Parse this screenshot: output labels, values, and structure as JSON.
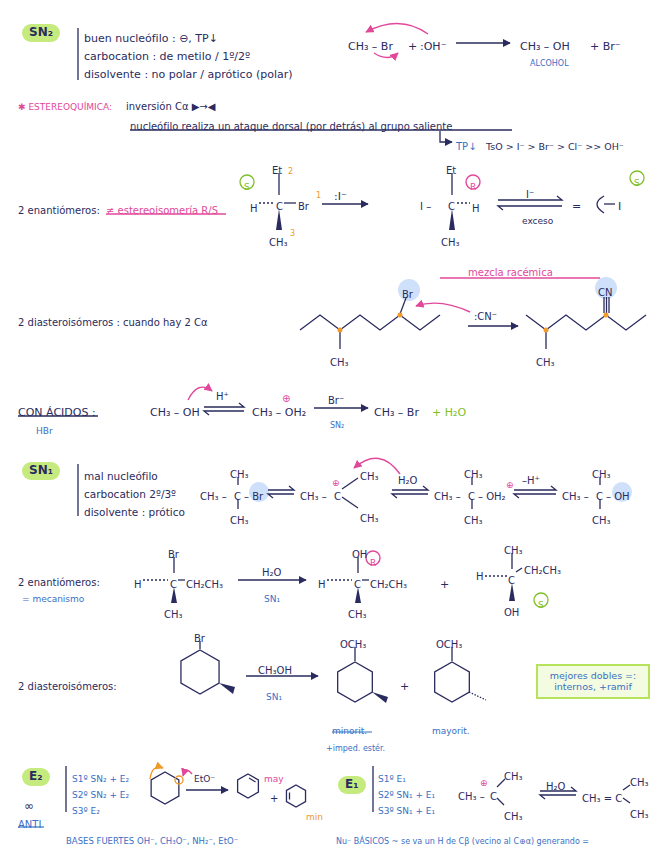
{
  "diagram": {
    "nodes": [
      {
        "text": [
          "SN₂"
        ]
      },
      {
        "text": [
          "SN₁"
        ]
      },
      {
        "text": [
          "mejores dobles =: internos, +ramif"
        ]
      },
      {
        "text": [
          "E₂"
        ]
      },
      {
        "text": [
          "E₁"
        ]
      }
    ],
    "labels": [
      "buen nucleófilo : ⊖, TP↓",
      "carbocation : de metilo / 1º/2º",
      "disolvente : no polar / aprótico (polar)",
      "CH₃ – Br",
      "+",
      ":OH⁻",
      "CH₃ – OH",
      "+ Br⁻",
      "ALCOHOL",
      "✱ ESTEREOQUÍMICA:",
      "inversión Cα ▶→◀",
      "nucleófilo realiza un ataque dorsal (por detrás) al grupo saliente",
      "TP↓",
      "TsO > I⁻ > Br⁻ > Cl⁻ >> OH⁻",
      "2 enantiómeros:",
      "≠ estereoisomería R/S",
      "Et",
      "H",
      "C",
      "Br",
      "CH₃",
      "S",
      "1",
      "2",
      "3",
      ":I⁻",
      "I –",
      "C",
      "H",
      "Et",
      "CH₃",
      "R",
      "I⁻",
      "exceso",
      "=",
      "I",
      "S",
      "mezcla racémica",
      "2 diasteroisómeros : cuando hay 2 Cα",
      "Br",
      "CH₃",
      ":CN⁻",
      "CN",
      "CH₃",
      "CON ÁCIDOS :",
      "HBr",
      "CH₃ – OH",
      "H⁺",
      "CH₃ – OH₂",
      "⊕",
      "Br⁻",
      "SN₂",
      "CH₃ – Br",
      "+ H₂O",
      "mal nucleófilo",
      "carbocation 2º/3º",
      "disolvente : prótico",
      "CH₃",
      "CH₃ –",
      "C",
      "– Br",
      "CH₃",
      "CH₃ –",
      "C",
      "⊕",
      "CH₃",
      "CH₃",
      "H₂O",
      "CH₃",
      "CH₃ –",
      "C",
      "– OH₂",
      "⊕",
      "–H⁺",
      "CH₃",
      "CH₃ –",
      "C",
      "– OH",
      "CH₃",
      "2 enantiómeros:",
      "= mecanismo",
      "Br",
      "H",
      "C",
      "CH₂CH₃",
      "CH₃",
      "H₂O",
      "SN₁",
      "OH",
      "H",
      "C",
      "CH₂CH₃",
      "CH₃",
      "R",
      "+",
      "CH₃",
      "H",
      "C",
      "CH₂CH₃",
      "OH",
      "S",
      "2 diasteroisómeros:",
      "Br",
      "CH₃OH",
      "SN₁",
      "OCH₃",
      "minorit.",
      "+imped. estér.",
      "+",
      "OCH₃",
      "mayorit.",
      "∞",
      "ANTI",
      "S1º SN₂ + E₂",
      "S2º SN₂ + E₂",
      "S3º E₂",
      "EtO⁻",
      "may",
      "+",
      "min",
      "BASES FUERTES OH⁻, CH₃O⁻, NH₂⁻, EtO⁻",
      "S1º E₁",
      "S2º SN₁ + E₁",
      "S3º SN₁ + E₁",
      "CH₃ –",
      "C",
      "⊕",
      "CH₃",
      "CH₃",
      "H₂O",
      "CH₃ = C",
      "CH₃",
      "CH₃",
      "Nu⁻ BÁSICOS ~ se va un H de Cβ (vecino al C⊕α) generando =",
      "CH₃"
    ]
  }
}
